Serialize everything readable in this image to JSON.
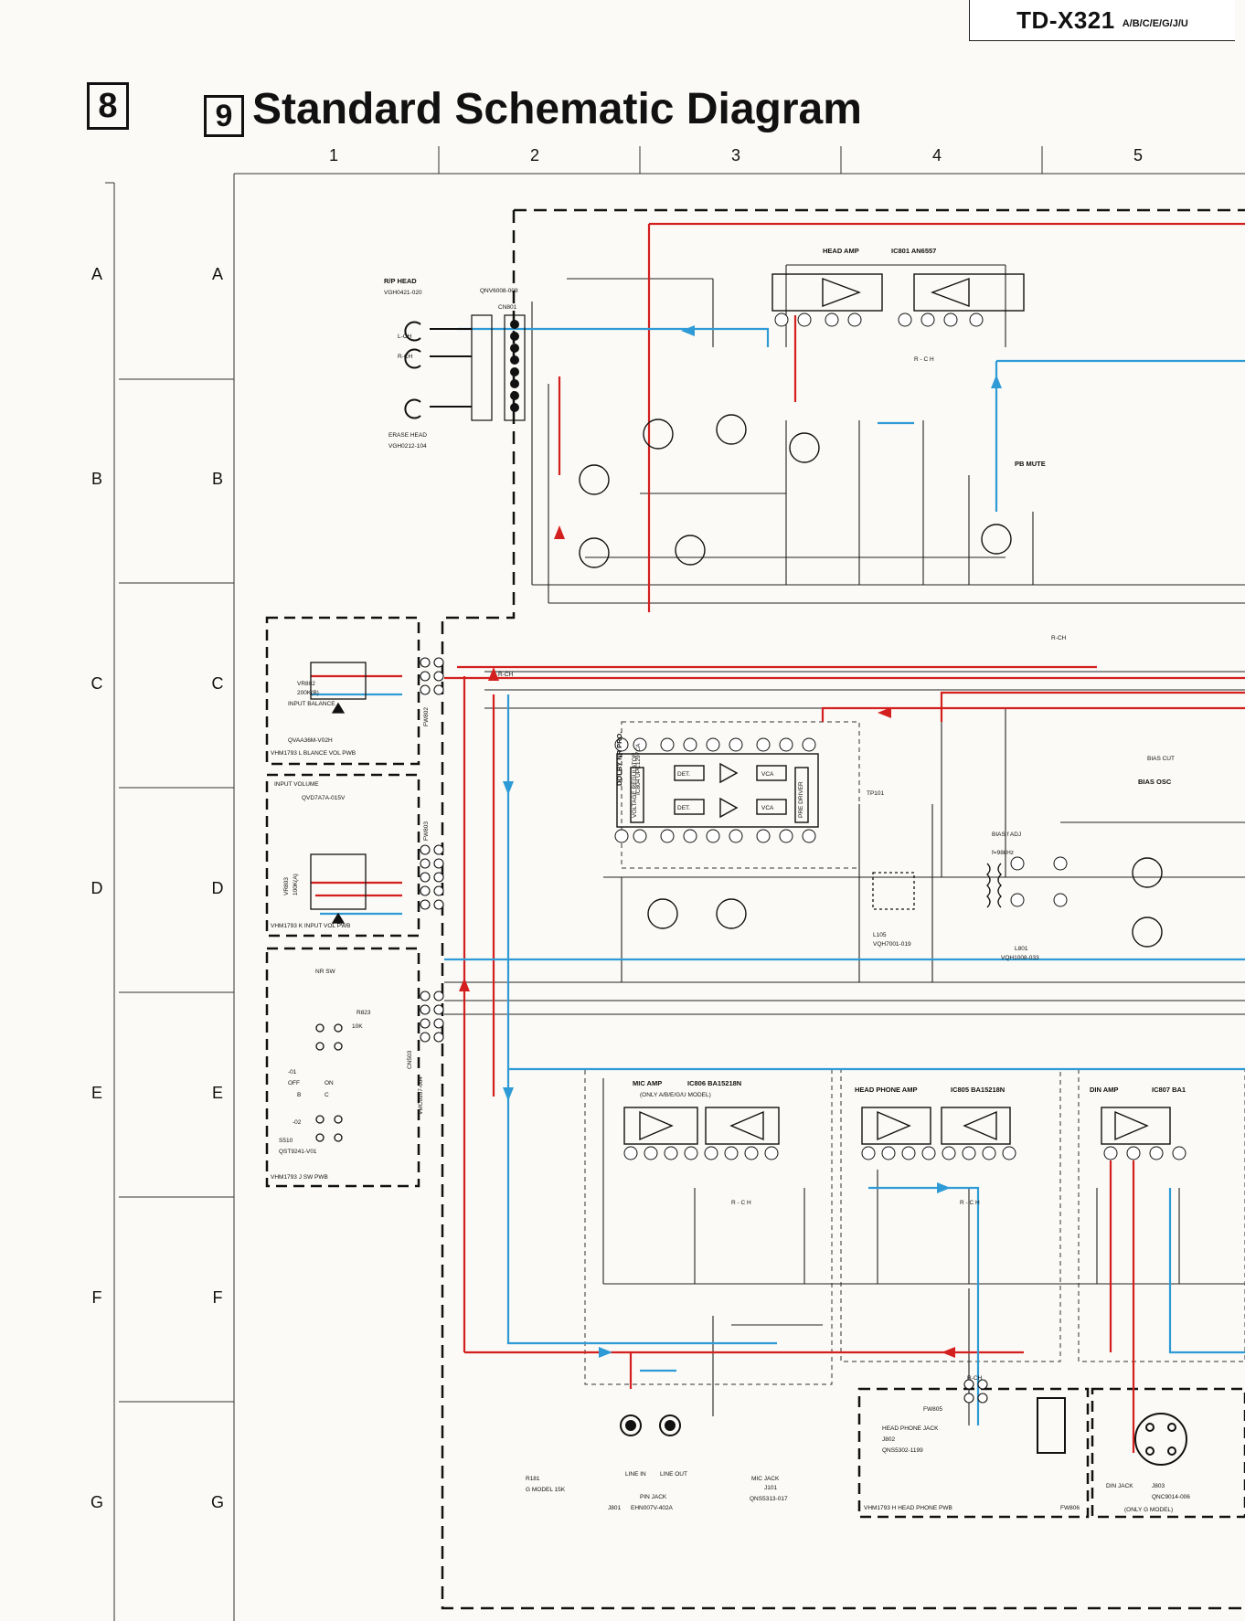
{
  "header": {
    "model": "TD-X321",
    "variants": "A/B/C/E/G/J/U",
    "page_number": "8",
    "section_number": "9",
    "title": "Standard Schematic Diagram"
  },
  "grid": {
    "columns": [
      "1",
      "2",
      "3",
      "4",
      "5"
    ],
    "rows": [
      "A",
      "B",
      "C",
      "D",
      "E",
      "F",
      "G"
    ]
  },
  "blocks": {
    "head_amp": {
      "box": "HEAD AMP",
      "ic": "IC801 AN6557"
    },
    "dolby": {
      "box": "DOLBY NR PRO.",
      "ic": "IC804 UPC1297CA",
      "inner": [
        "DET.",
        "DET.",
        "VCA",
        "VCA",
        "VOLTAGE REGULATOR",
        "PRE DRIVER"
      ]
    },
    "mic_amp": {
      "box": "MIC AMP",
      "ic": "IC806 BA15218N",
      "note": "(ONLY A/B/E/G/U MODEL)"
    },
    "head_phone_amp": {
      "box": "HEAD PHONE AMP",
      "ic": "IC805 BA15218N"
    },
    "din_amp": {
      "box": "DIN AMP",
      "ic": "IC807 BA1"
    },
    "bias_osc": {
      "box": "BIAS OSC",
      "cut": "BIAS CUT",
      "adj": "BIAS f ADJ",
      "freq": "f=98kHz"
    },
    "pb_mute": "PB MUTE",
    "input_balance": {
      "ref": "VR802",
      "value": "200K(B)",
      "name": "INPUT BALANCE",
      "part": "QVAA36M-V02H",
      "pwb": "VHM1793 L BLANCE VOL PWB"
    },
    "input_volume": {
      "name": "INPUT VOLUME",
      "part": "QVD7A7A-015V",
      "ref": "VR803",
      "value": "100K(A)",
      "pwb": "VHM1793 K INPUT VOL PWB"
    },
    "nr_sw": {
      "name": "NR SW",
      "ref": "S510",
      "part": "QST9241-V01",
      "pwb": "VHM1793 J SW PWB",
      "r": "R823",
      "rv": "10K",
      "pos": [
        "-01",
        "OFF",
        "ON",
        "B",
        "C",
        "-02"
      ]
    },
    "rp_head": {
      "name": "R/P HEAD",
      "part": "VGH0421-020",
      "l": "L-CH",
      "r": "R-CH"
    },
    "erase_head": {
      "name": "ERASE HEAD",
      "part": "VGH0212-104"
    },
    "pin_jack": {
      "name": "PIN JACK",
      "ref": "J801",
      "part": "EHN007V-402A",
      "in": "LINE IN",
      "out": "LINE OUT"
    },
    "mic_jack": {
      "name": "MIC JACK",
      "ref": "J101",
      "part": "QNS5313-017"
    },
    "phone_jack": {
      "name": "HEAD PHONE JACK",
      "ref": "J802",
      "part": "QNS5302-1199",
      "pwb": "VHM1793 H HEAD PHONE PWB",
      "fw": "FW805",
      "fw2": "FW806"
    },
    "din_jack": {
      "name": "DIN JACK",
      "ref": "J803",
      "part": "QNC9014-006",
      "note": "(ONLY G MODEL)"
    },
    "footnote": {
      "ref": "R181",
      "text": "G MODEL 15K"
    },
    "misc": {
      "tp": "TP101",
      "cn": "CN801",
      "cn_part": "QNV6008-008",
      "cn503": "CN503",
      "cn503_part": "VMC0107-004",
      "fw802": "FW802",
      "fw803": "FW803",
      "l801": "L801",
      "l801p": "VQH1008-033",
      "l105": "L105",
      "l105p": "VQH7001-019",
      "rch": "R-CH",
      "r_ch": "R - C H"
    }
  }
}
